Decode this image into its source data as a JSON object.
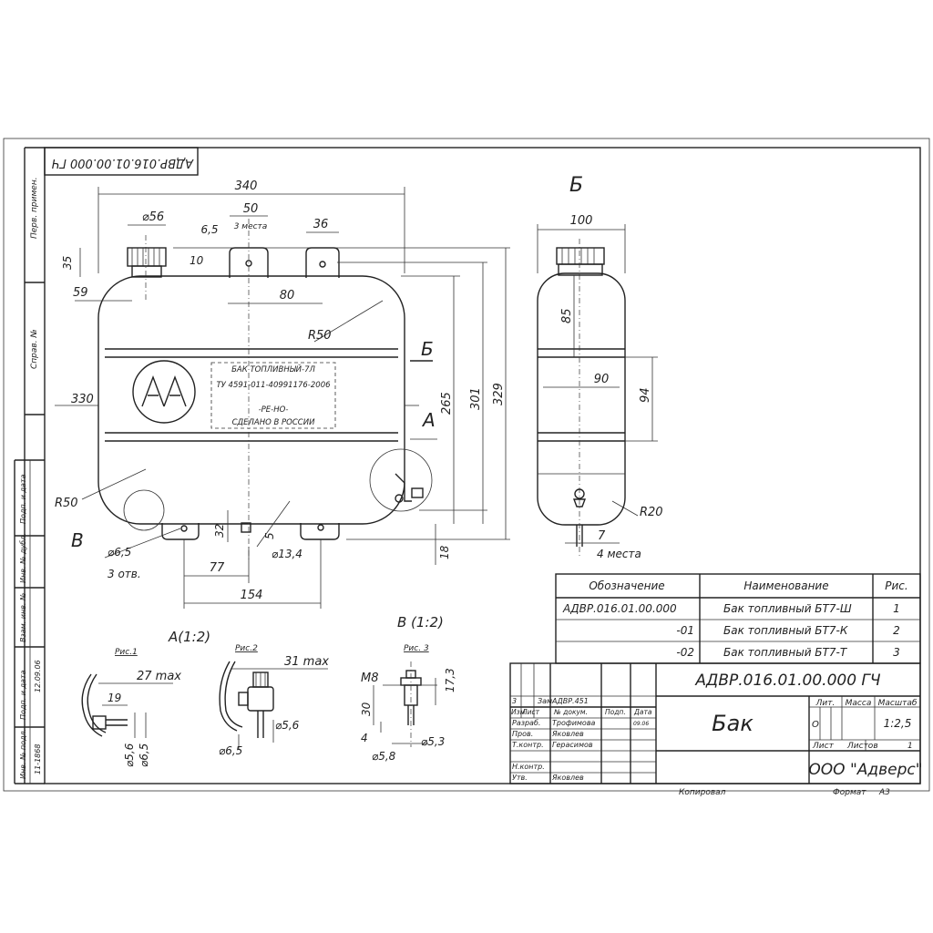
{
  "stamp_mirrored": "АДВР.016.01.00.000 ГЧ",
  "side_strip": [
    "Перв. примен.",
    "Справ. №",
    "Подп. и дата",
    "Инв. № дубл.",
    "Взам. инв. №",
    "Подп. и дата",
    "12.09.06",
    "Инв. № подл.",
    "11-1868"
  ],
  "front_view": {
    "dims": [
      "340",
      "⌀56",
      "50",
      "6,5",
      "3 места",
      "36",
      "35",
      "10",
      "59",
      "80",
      "R50",
      "330",
      "265",
      "301",
      "329",
      "R50",
      "32",
      "5",
      "⌀13,4",
      "⌀6,5",
      "3 отв.",
      "77",
      "154",
      "18"
    ],
    "label_text": [
      "БАК ТОПЛИВНЫЙ-7Л",
      "ТУ 4591-011-40991176-2006",
      "-РЕ-НО-",
      "СДЕЛАНО В РОССИИ"
    ],
    "callouts": [
      "А",
      "В"
    ],
    "section_mark": "Б"
  },
  "side_view": {
    "title": "Б",
    "dims": [
      "100",
      "85",
      "90",
      "94",
      "R20",
      "7",
      "4 места"
    ]
  },
  "details": {
    "a_title": "А(1:2)",
    "v_title": "В (1:2)",
    "fig1": "Рис.1",
    "fig2": "Рис.2",
    "fig3": "Рис. 3",
    "fig1_dims": [
      "27 max",
      "19",
      "⌀5,6",
      "⌀6,5"
    ],
    "fig2_dims": [
      "31 max",
      "⌀5,6",
      "⌀6,5"
    ],
    "fig3_dims": [
      "M8",
      "17,3",
      "30",
      "4",
      "⌀5,8",
      "⌀5,3"
    ]
  },
  "variants_table": {
    "headers": [
      "Обозначение",
      "Наименование",
      "Рис."
    ],
    "rows": [
      [
        "АДВР.016.01.00.000",
        "Бак топливный БТ7-Ш",
        "1"
      ],
      [
        "-01",
        "Бак топливный БТ7-К",
        "2"
      ],
      [
        "-02",
        "Бак топливный БТ7-Т",
        "3"
      ]
    ]
  },
  "title_block": {
    "designation": "АДВР.016.01.00.000 ГЧ",
    "name": "Бак",
    "company": "ООО \"Адверс\"",
    "col_lit": "Лит.",
    "col_mass": "Масса",
    "col_scale": "Масштаб",
    "lit_value": "О",
    "scale_value": "1:2,5",
    "sheet_label": "Лист",
    "sheets_label": "Листов",
    "sheets_value": "1",
    "rev_row": [
      "3",
      "Зам",
      "АДВР.451"
    ],
    "rev_headers": [
      "Изм.",
      "Лист",
      "№ докум.",
      "Подп.",
      "Дата"
    ],
    "date_small": "09.06",
    "roles": [
      "Разраб.",
      "Пров.",
      "Т.контр.",
      "Н.контр.",
      "Утв."
    ],
    "people": [
      "Трофимова",
      "Яковлев",
      "Герасимов",
      "",
      "Яковлев"
    ],
    "copied": "Копировал",
    "format": "Формат",
    "format_value": "А3"
  }
}
